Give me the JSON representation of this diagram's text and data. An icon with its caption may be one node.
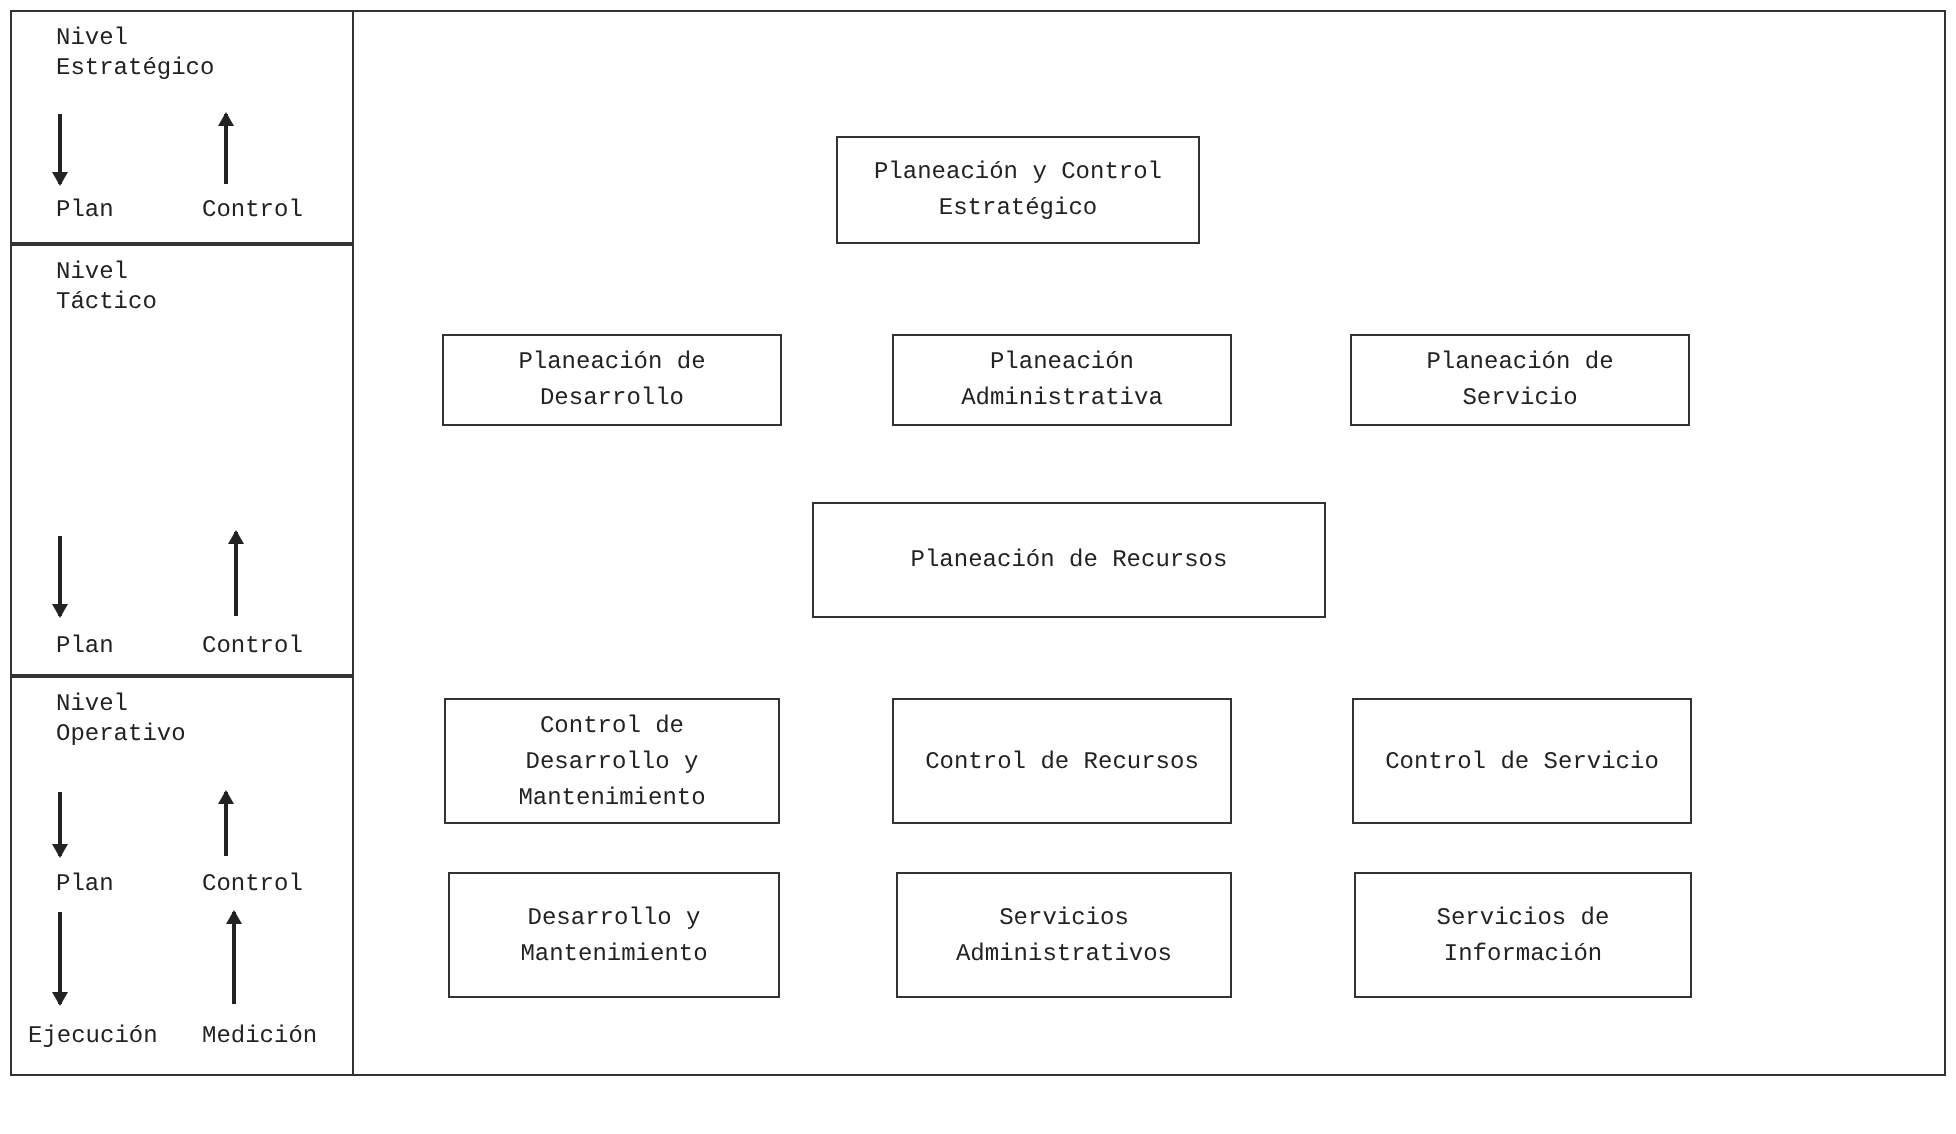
{
  "diagram": {
    "nodes": [
      {
        "text": [
          "Nivel Estratégico",
          "Plan",
          "Control"
        ]
      },
      {
        "text": [
          "Nivel Táctico",
          "Plan",
          "Control"
        ]
      },
      {
        "text": [
          "Nivel Operativo",
          "Plan",
          "Control",
          "Ejecución",
          "Medición"
        ]
      },
      {
        "text": [
          "Planeación y Control Estratégico"
        ]
      },
      {
        "text": [
          "Planeación de Desarrollo"
        ]
      },
      {
        "text": [
          "Planeación Administrativa"
        ]
      },
      {
        "text": [
          "Planeación de Servicio"
        ]
      },
      {
        "text": [
          "Planeación de Recursos"
        ]
      },
      {
        "text": [
          "Control de Desarrollo y Mantenimiento"
        ]
      },
      {
        "text": [
          "Control de Recursos"
        ]
      },
      {
        "text": [
          "Control de Servicio"
        ]
      },
      {
        "text": [
          "Desarrollo y Mantenimiento"
        ]
      },
      {
        "text": [
          "Servicios Administrativos"
        ]
      },
      {
        "text": [
          "Servicios de Información"
        ]
      }
    ]
  }
}
